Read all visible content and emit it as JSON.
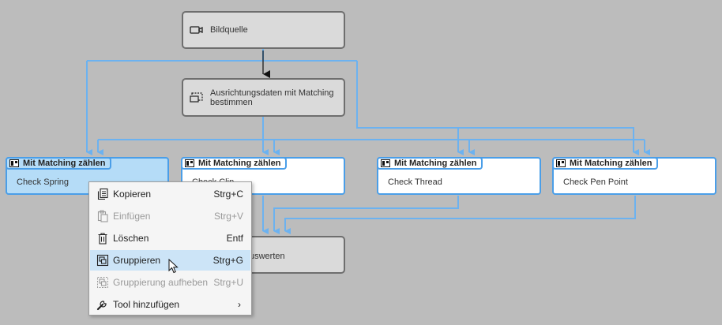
{
  "nodes": {
    "source": {
      "label": "Bildquelle"
    },
    "alignment": {
      "label_line1": "Ausrichtungsdaten mit Matching",
      "label_line2": "bestimmen"
    },
    "evaluate": {
      "label_suffix": "uswerten"
    }
  },
  "tools": [
    {
      "type": "Mit Matching zählen",
      "name": "Check Spring",
      "selected": true
    },
    {
      "type": "Mit Matching zählen",
      "name": "Check Clip",
      "selected": false
    },
    {
      "type": "Mit Matching zählen",
      "name": "Check Thread",
      "selected": false
    },
    {
      "type": "Mit Matching zählen",
      "name": "Check Pen Point",
      "selected": false
    }
  ],
  "context_menu": {
    "items": [
      {
        "label": "Kopieren",
        "shortcut": "Strg+C",
        "icon": "copy-icon",
        "enabled": true
      },
      {
        "label": "Einfügen",
        "shortcut": "Strg+V",
        "icon": "paste-icon",
        "enabled": false
      },
      {
        "label": "Löschen",
        "shortcut": "Entf",
        "icon": "trash-icon",
        "enabled": true
      },
      {
        "label": "Gruppieren",
        "shortcut": "Strg+G",
        "icon": "group-icon",
        "enabled": true,
        "hovered": true
      },
      {
        "label": "Gruppierung aufheben",
        "shortcut": "Strg+U",
        "icon": "ungroup-icon",
        "enabled": false
      },
      {
        "label": "Tool hinzufügen",
        "shortcut": "",
        "icon": "wrench-icon",
        "enabled": true,
        "submenu": true
      }
    ],
    "submenu_arrow": "›"
  },
  "colors": {
    "canvas": "#bcbcbc",
    "connector": "#6cb2f0",
    "tool_border": "#4a9ee8",
    "selected_fill": "#b5dcf7",
    "menu_hover": "#cce4f7"
  }
}
